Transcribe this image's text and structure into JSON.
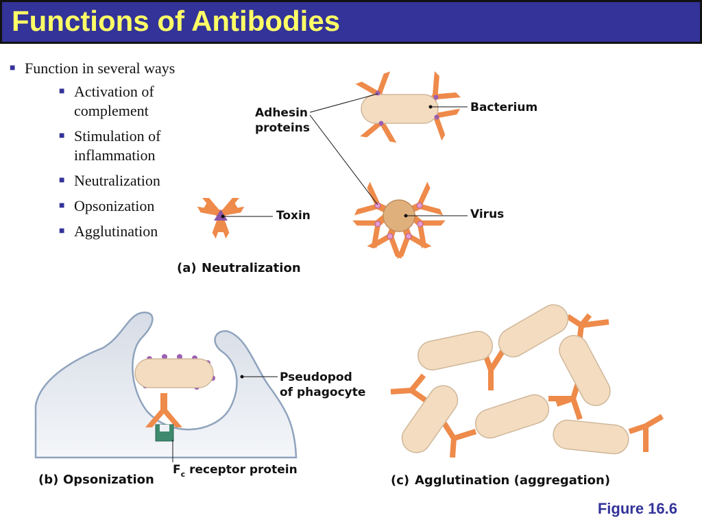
{
  "slide": {
    "title": "Functions of Antibodies",
    "bullet_main": "Function in several ways",
    "sub_bullets": [
      {
        "line1": "Activation of",
        "line2": "complement"
      },
      {
        "line1": "Stimulation of",
        "line2": "inflammation"
      },
      {
        "line1": "Neutralization",
        "line2": ""
      },
      {
        "line1": "Opsonization",
        "line2": ""
      },
      {
        "line1": "Agglutination",
        "line2": ""
      }
    ],
    "figure_number": "Figure 16.6"
  },
  "diagram": {
    "labels": {
      "adhesin_line1": "Adhesin",
      "adhesin_line2": "proteins",
      "bacterium": "Bacterium",
      "toxin": "Toxin",
      "virus": "Virus",
      "pseudopod_line1": "Pseudopod",
      "pseudopod_line2": "of phagocyte",
      "fc_main": "F",
      "fc_sub": "c",
      "fc_rest": " receptor protein"
    },
    "captions": {
      "a_letter": "(a)",
      "a_text": "Neutralization",
      "b_letter": "(b)",
      "b_text": "Opsonization",
      "c_letter": "(c)",
      "c_text": "Agglutination (aggregation)"
    },
    "colors": {
      "antibody": "#ee8a4a",
      "bacterium": "#f3dcc0",
      "virus": "#e0b07c",
      "adhesin": "#9b5fb0",
      "phagocyte": "#dfe3ea",
      "receptor": "#3f8a6e",
      "title_bar": "#333399",
      "title_text": "#ffff66"
    }
  }
}
